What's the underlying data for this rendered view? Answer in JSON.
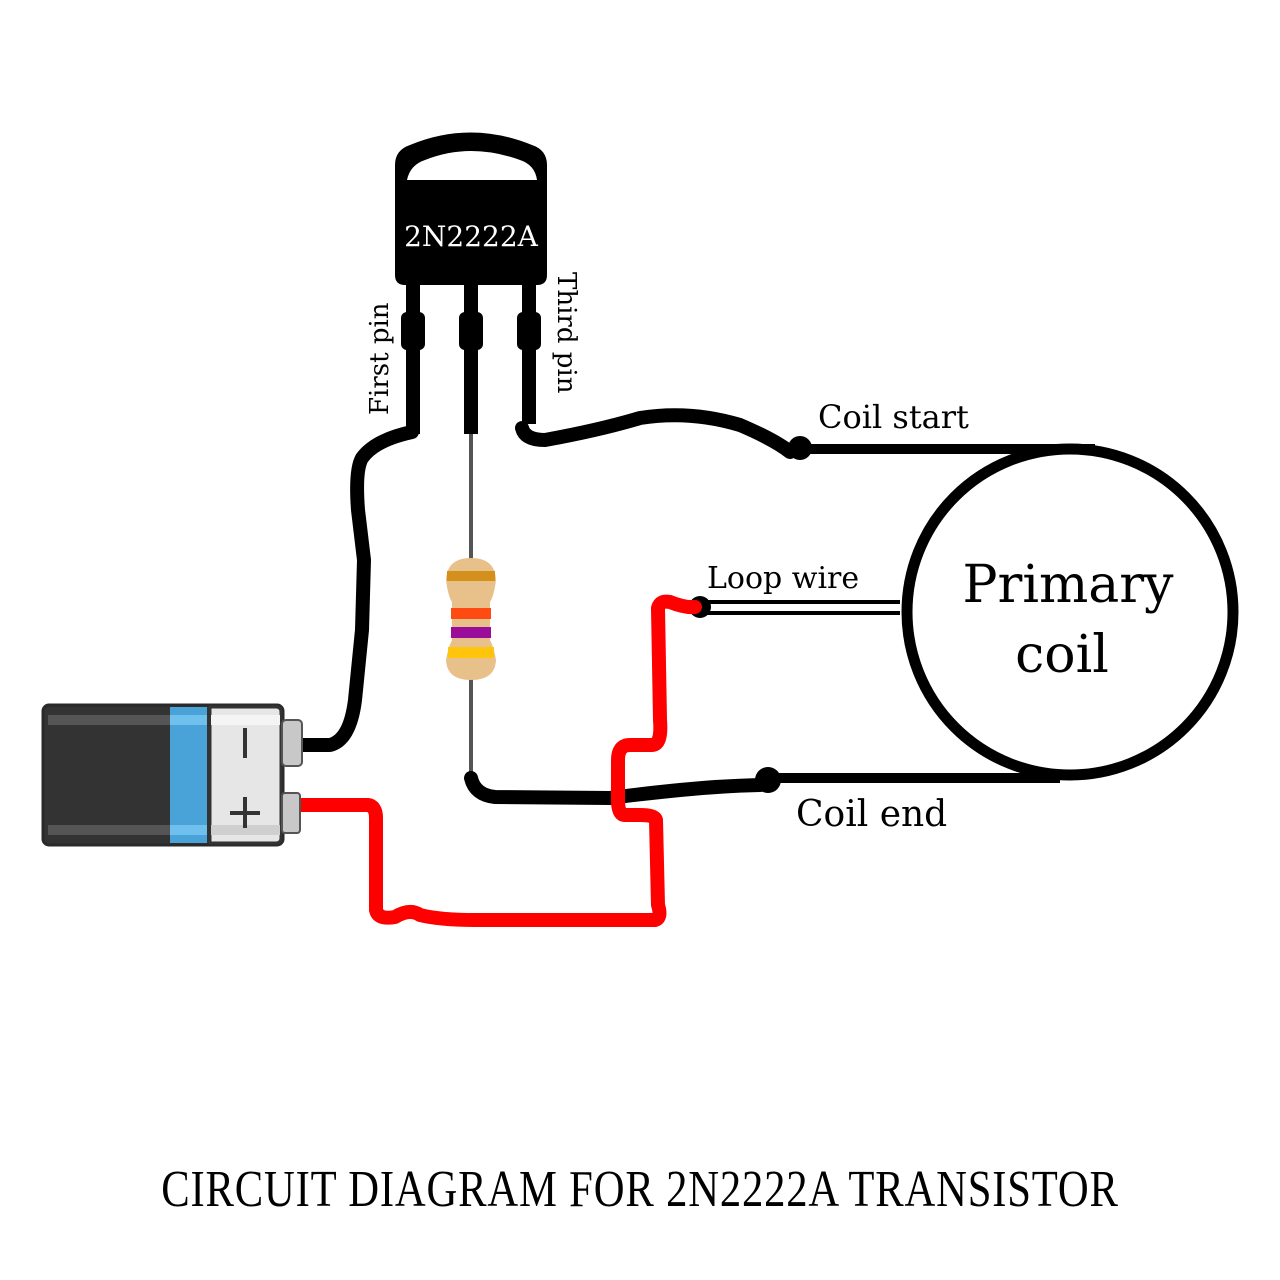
{
  "caption": "CIRCUIT DIAGRAM FOR 2N2222A TRANSISTOR",
  "transistor": {
    "label": "2N2222A",
    "pin_labels": {
      "first": "First pin",
      "third": "Third pin"
    }
  },
  "coil": {
    "label_line1": "Primary",
    "label_line2": "coil",
    "start_label": "Coil start",
    "end_label": "Coil end",
    "loop_label": "Loop wire"
  },
  "battery": {
    "negative_symbol": "−",
    "positive_symbol": "+"
  },
  "resistor": {
    "bands": [
      "#d4901a",
      "#ff4a12",
      "#9a0c9a",
      "#ffc40c"
    ],
    "body_color": "#e8c089"
  },
  "colors": {
    "wire_black": "#000000",
    "wire_red": "#ff0000",
    "battery_body": "#333333",
    "battery_stripe": "#4aa3d8",
    "battery_cap": "#e6e6e6"
  }
}
